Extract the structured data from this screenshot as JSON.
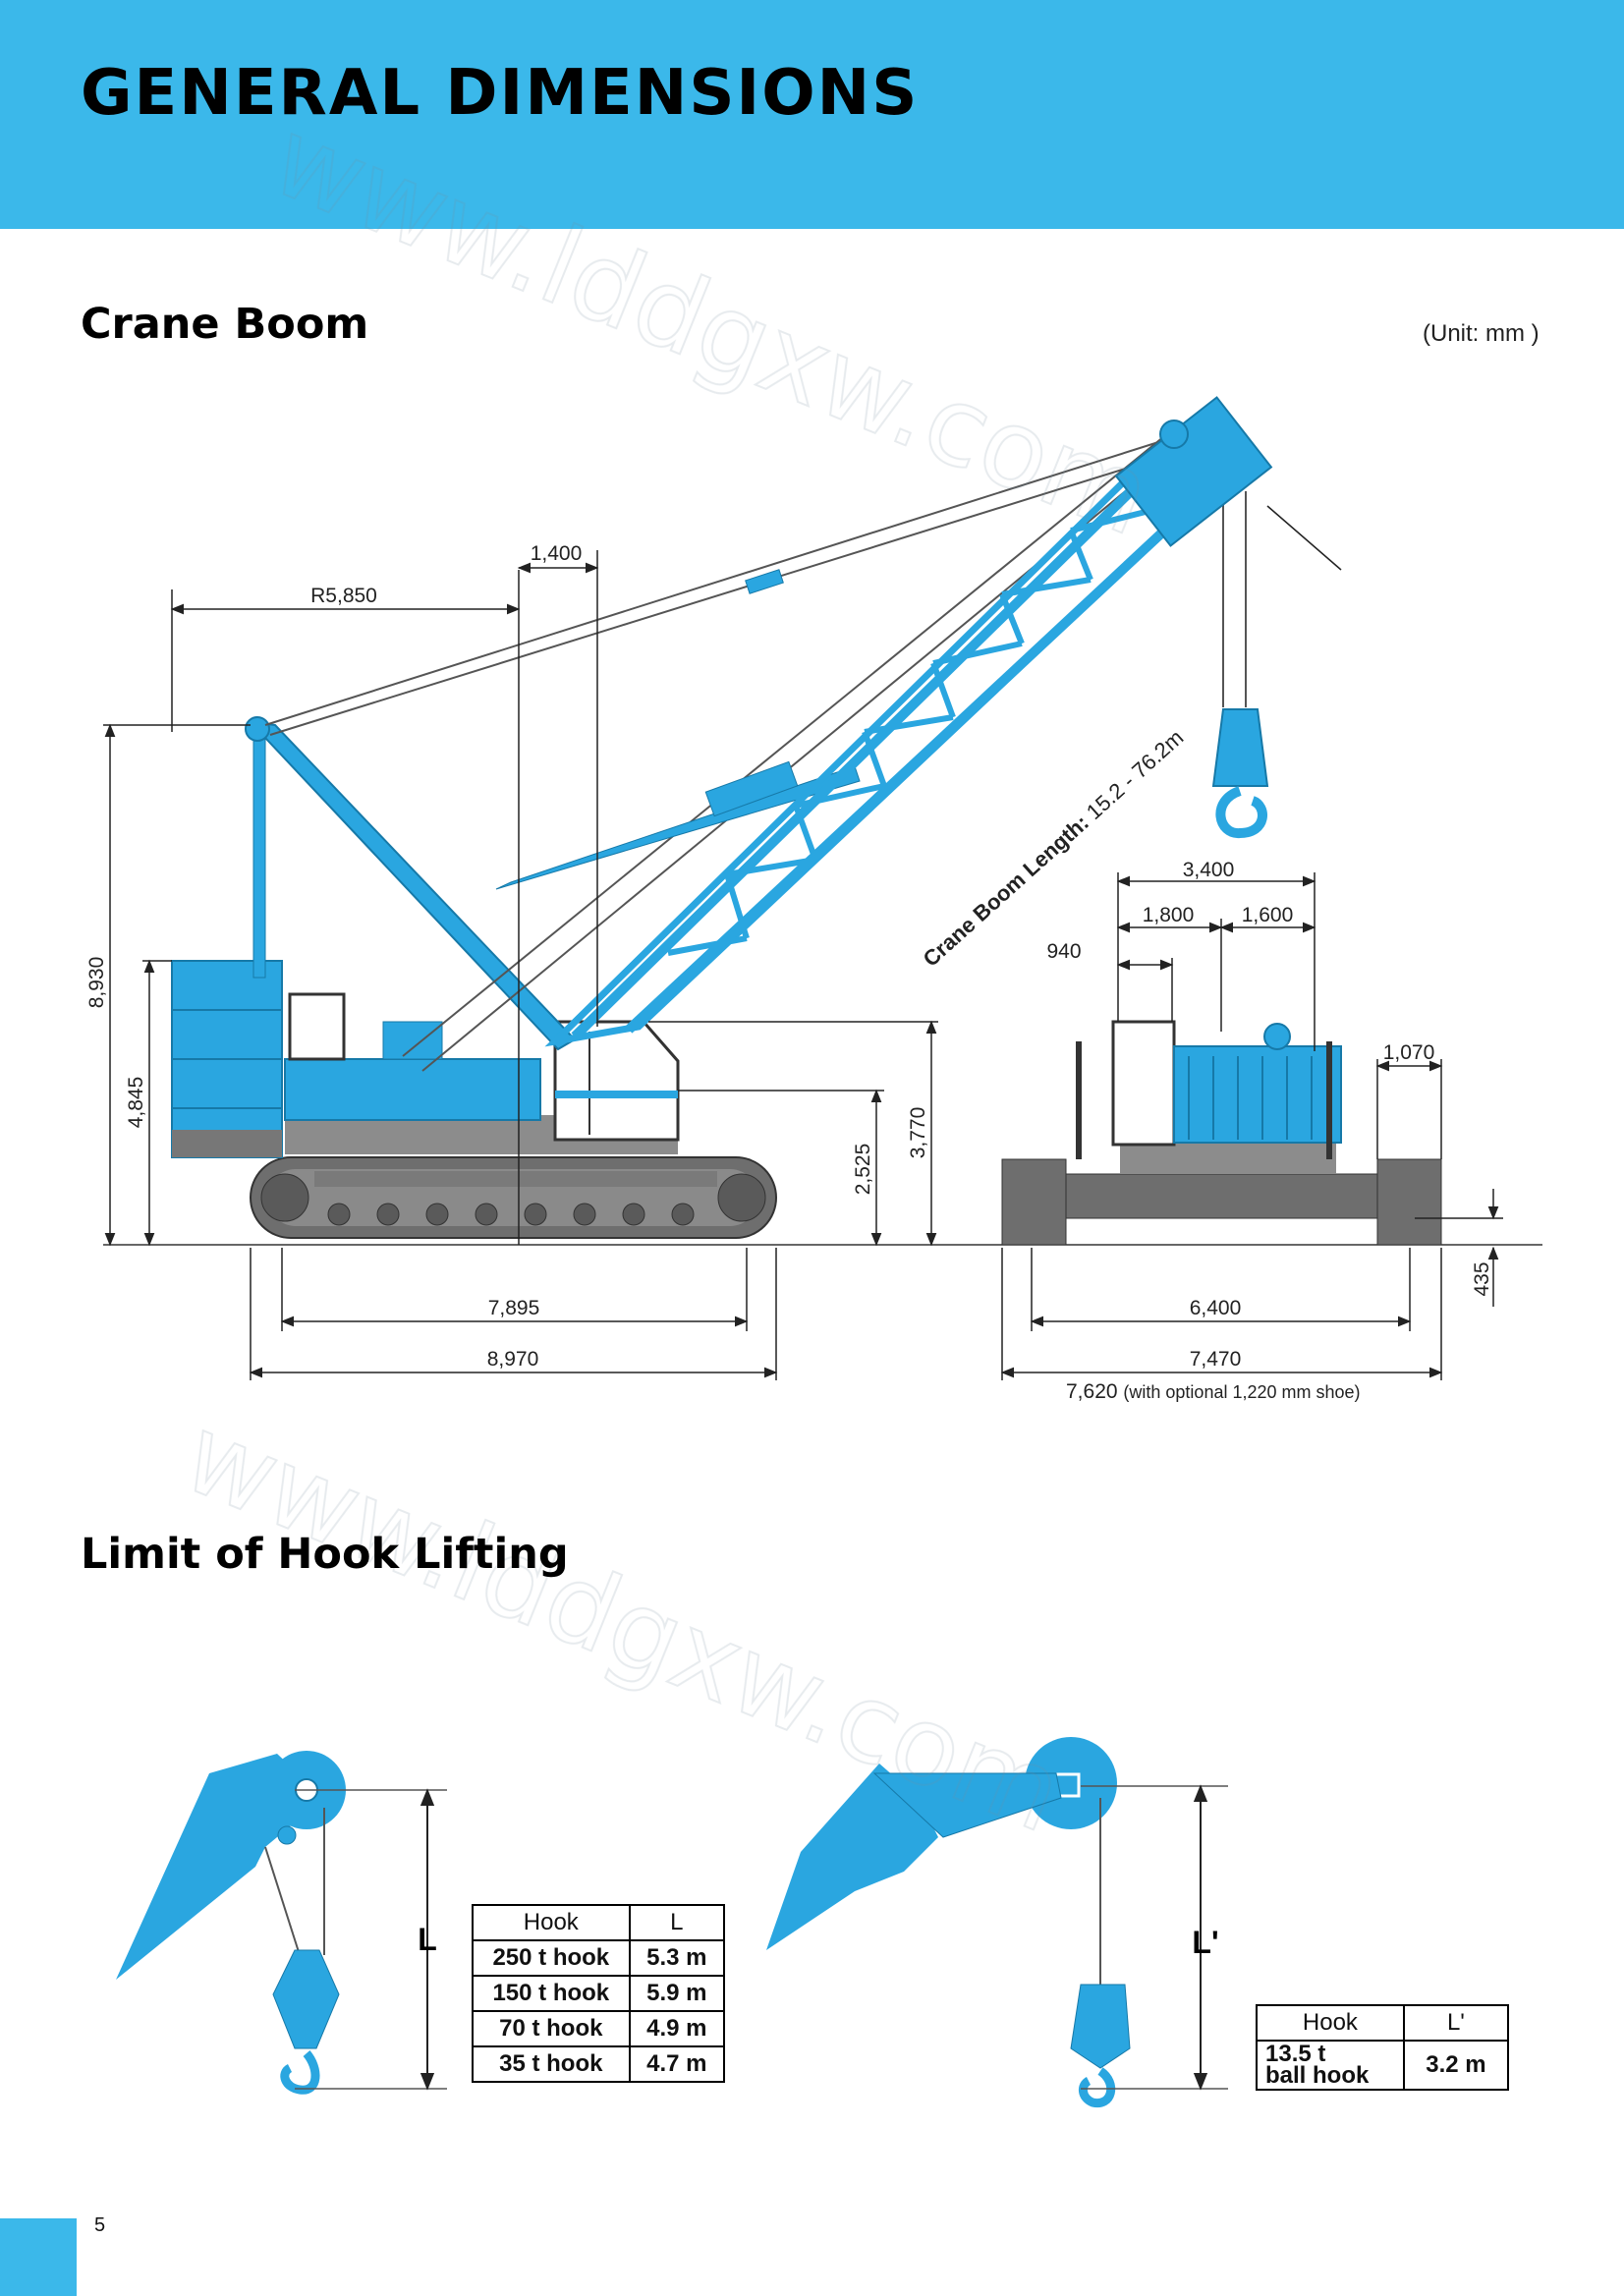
{
  "header": {
    "title": "GENERAL DIMENSIONS"
  },
  "section_boom": {
    "title": "Crane Boom",
    "unit": "(Unit: mm )"
  },
  "side_view": {
    "dims": {
      "tail_radius": "R5,850",
      "offset_1400": "1,400",
      "height_8930": "8,930",
      "height_4845": "4,845",
      "height_2525": "2,525",
      "height_3770": "3,770",
      "length_7895": "7,895",
      "length_8970": "8,970"
    },
    "boom_label_bold": "Crane Boom Length:",
    "boom_label_value": " 15.2 - 76.2m"
  },
  "front_view": {
    "dims": {
      "width_3400": "3,400",
      "width_1800": "1,800",
      "width_1600": "1,600",
      "width_940": "940",
      "width_1070": "1,070",
      "height_435": "435",
      "width_6400": "6,400",
      "width_7470": "7,470",
      "width_7620": "7,620",
      "width_7620_note": "(with optional 1,220 mm shoe)"
    }
  },
  "section_hook": {
    "title": "Limit of Hook Lifting"
  },
  "main_hook": {
    "label": "L",
    "table": {
      "headers": [
        "Hook",
        "L"
      ],
      "rows": [
        {
          "hook": "250 t hook",
          "value": "5.3 m"
        },
        {
          "hook": "150 t hook",
          "value": "5.9 m"
        },
        {
          "hook": "70 t hook",
          "value": "4.9 m"
        },
        {
          "hook": "35 t hook",
          "value": "4.7 m"
        }
      ]
    }
  },
  "aux_hook": {
    "label": "L'",
    "table": {
      "headers": [
        "Hook",
        "L'"
      ],
      "rows": [
        {
          "hook_line1": "13.5 t",
          "hook_line2": "ball hook",
          "value": "3.2 m"
        }
      ]
    }
  },
  "watermark": "www.lddgxw.com",
  "page_number": "5",
  "colors": {
    "brand_blue": "#3bb8ea",
    "machine_blue": "#2aa6e0",
    "track_gray": "#6e6e6e"
  }
}
